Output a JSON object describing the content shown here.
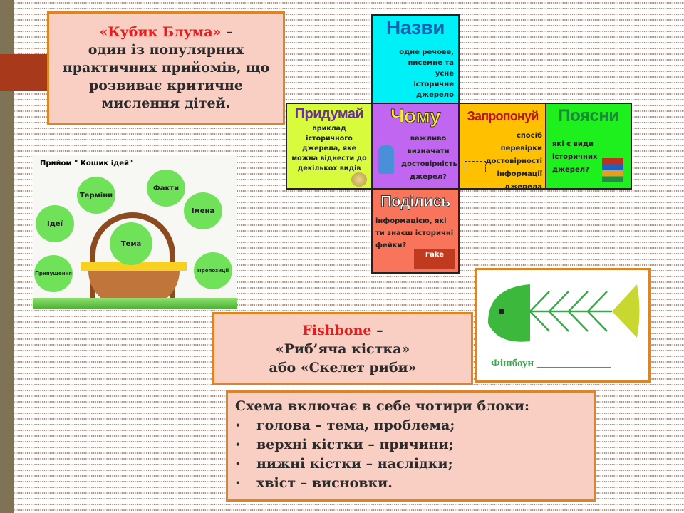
{
  "bloom": {
    "title": "«Кубик Блума»",
    "dash": " –",
    "lines": [
      "один із популярних",
      "практичних прийомів, що",
      "розвиває критичне",
      "мислення дітей."
    ]
  },
  "cube": {
    "nazvy": {
      "title": "Назви",
      "text": "одне речове, писемне та усне історичне джерело",
      "color": "#00f0f8"
    },
    "prydumai": {
      "title": "Придумай",
      "text": "приклад історичного джерела, яке можна віднести до декількох видів",
      "color": "#d8fc3c"
    },
    "chomu": {
      "title": "Чому",
      "text": "важливо визначати достовірність джерел?",
      "color": "#c066f0"
    },
    "zaproponui": {
      "title": "Запропонуй",
      "text": "спосіб перевірки достовірності інформації джерела",
      "color": "#ffc000"
    },
    "poiasny": {
      "title": "Поясни",
      "text": "які є види історичних джерел?",
      "color": "#1ef01e"
    },
    "podilys": {
      "title": "Поділись",
      "text": "інформацією, які ти знаєш історичні фейки?",
      "badge": "Fake",
      "color": "#f8745a"
    }
  },
  "basket": {
    "title": "Прийом \" Кошик ідей\"",
    "center": "Тема",
    "apples": [
      "Терміни",
      "Факти",
      "Ідеї",
      "Імена",
      "Припущення",
      "Пропозиції"
    ]
  },
  "fishbone": {
    "title": "Fishbone",
    "dash": " –",
    "line2": "«Риб’яча кістка»",
    "line3": "або «Скелет риби»",
    "image_label": "Фішбоун ______________"
  },
  "blocks": {
    "heading": "Схема включає в себе чотири блоки:",
    "items": [
      "голова – тема, проблема;",
      "верхні кістки  – причини;",
      "нижні кістки – наслідки;",
      "хвіст – висновки."
    ]
  }
}
